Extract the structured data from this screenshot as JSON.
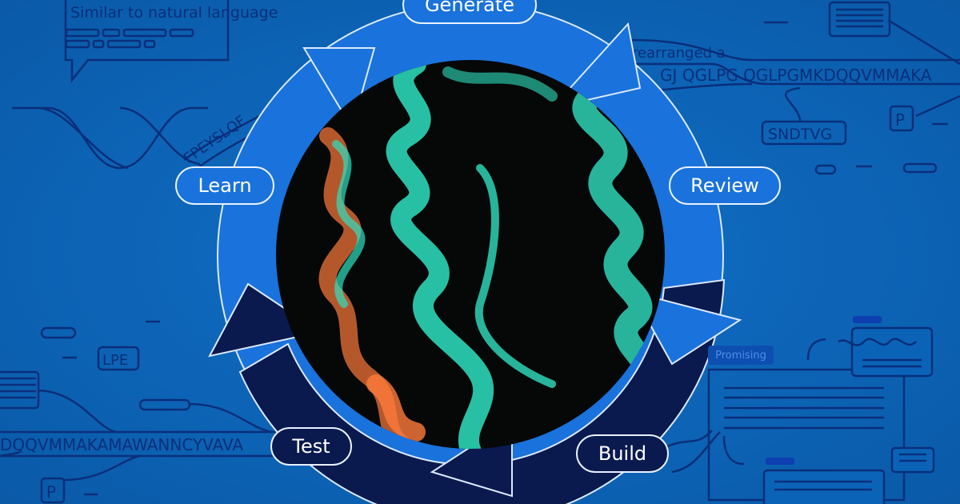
{
  "cycle": {
    "stages": [
      {
        "label": "Generate",
        "fill": "#1a72dc"
      },
      {
        "label": "Review",
        "fill": "#1a72dc"
      },
      {
        "label": "Build",
        "fill": "#0a1a4e"
      },
      {
        "label": "Test",
        "fill": "#0a1a4e"
      },
      {
        "label": "Learn",
        "fill": "#1a72dc"
      }
    ]
  },
  "background": {
    "speech_bubble_text": "Similar to natural language",
    "ribbon_left": "FPEYSLQF",
    "ribbon_top_right_a": "rearranged a",
    "ribbon_top_right_b": "GJ QGLPG QGLPGMKDQQVMMAKA",
    "tag_sndtvg": "SNDTVG",
    "tag_p_right": "P",
    "tag_lpe": "LPE",
    "ribbon_bottom_left": "DQQVMMAKAMAWANNCYVAVA",
    "tag_p_left": "P",
    "badge_promising": "Promising"
  },
  "colors": {
    "background": "#0b63b8",
    "ring_light": "#1a72dc",
    "ring_dark": "#0a1a4e",
    "helix": "#2fe0c0",
    "helix_accent": "#ff7a3c"
  }
}
